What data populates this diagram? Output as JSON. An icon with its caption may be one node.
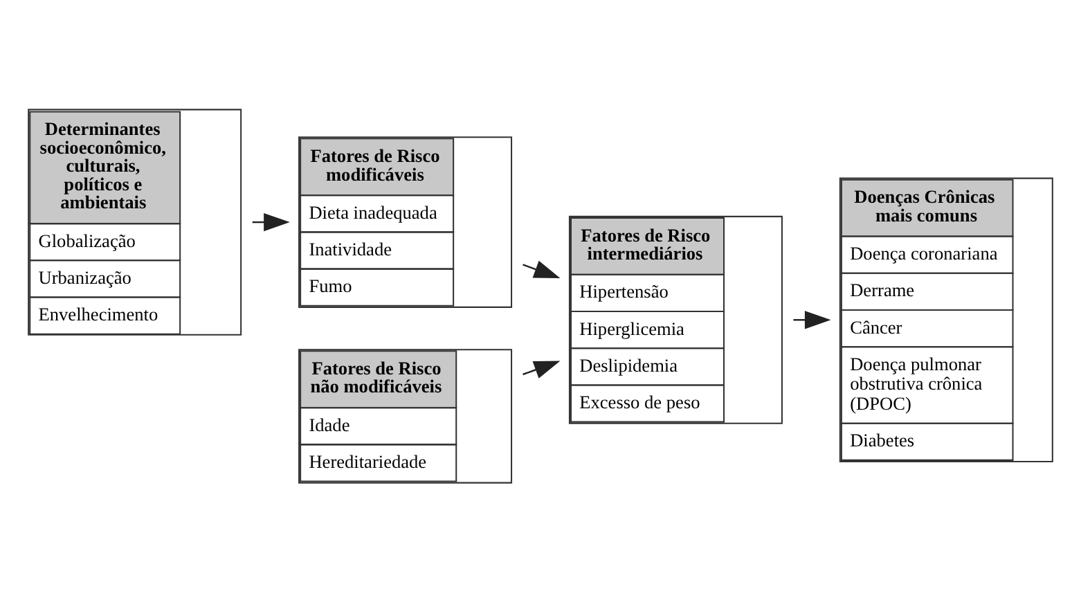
{
  "diagram": {
    "nodes": [
      {
        "text": [
          "Determinantes socioeconômico, culturais, políticos e ambientais",
          "Globalização",
          "Urbanização",
          "Envelhecimento"
        ]
      },
      {
        "text": [
          "Fatores de Risco modificáveis",
          "Dieta inadequada",
          "Inatividade",
          "Fumo"
        ]
      },
      {
        "text": [
          "Fatores de Risco não modificáveis",
          "Idade",
          "Hereditariedade"
        ]
      },
      {
        "text": [
          "Fatores de Risco intermediários",
          "Hipertensão",
          "Hiperglicemia",
          "Deslipidemia",
          "Excesso de peso"
        ]
      },
      {
        "text": [
          "Doenças Crônicas mais comuns",
          "Doença coronariana",
          "Derrame",
          "Câncer",
          "Doença pulmonar obstrutiva crônica (DPOC)",
          "Diabetes"
        ]
      }
    ],
    "edges": [
      {
        "from": 0,
        "to": 1,
        "arrow": "to"
      },
      {
        "from": 1,
        "to": 3,
        "arrow": "to"
      },
      {
        "from": 2,
        "to": 3,
        "arrow": "to"
      },
      {
        "from": 3,
        "to": 4,
        "arrow": "to"
      }
    ]
  }
}
